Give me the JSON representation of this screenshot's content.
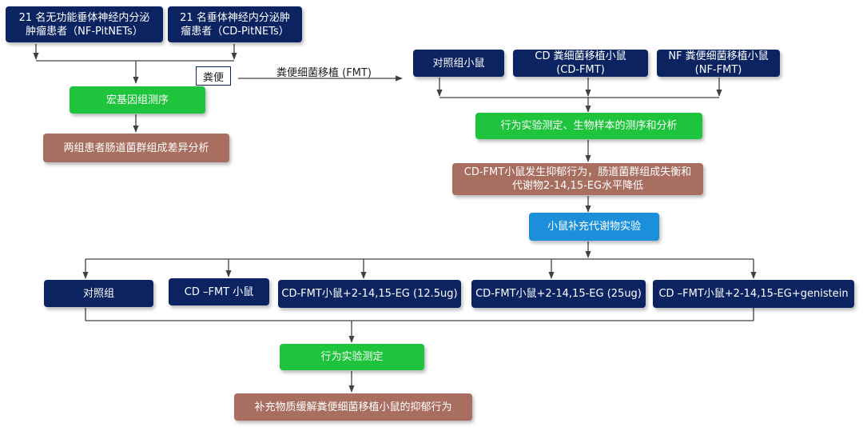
{
  "left": {
    "patients_nf": "21 名无功能垂体神经内分泌\n肿瘤患者（NF-PitNETs）",
    "patients_cd": "21 名垂体神经内分泌肿\n瘤患者（CD-PitNETs）",
    "feces_label": "粪便",
    "metagenome": "宏基因组测序",
    "diff_analysis": "两组患者肠道菌群组成差异分析"
  },
  "fmt_label": "粪便细菌移植 (FMT)",
  "top_groups": {
    "control": "对照组小鼠",
    "cd_fmt": "CD 粪细菌移植小鼠\n(CD-FMT)",
    "nf_fmt": "NF 粪便细菌移植小鼠\n(NF-FMT)"
  },
  "middle": {
    "behavior_seq": "行为实验测定、生物样本的测序和分析",
    "finding": "CD-FMT小鼠发生抑郁行为，肠道菌群组成失衡和\n代谢物2-14,15-EG水平降低",
    "supplement_exp": "小鼠补充代谢物实验"
  },
  "bottom_groups": {
    "control": "对照组",
    "cd_fmt": "CD –FMT 小鼠",
    "eg_low": "CD-FMT小鼠+2-14,15-EG (12.5ug)",
    "eg_high": "CD-FMT小鼠+2-14,15-EG (25ug)",
    "eg_genistein": "CD –FMT小鼠+2-14,15-EG+genistein"
  },
  "final": {
    "behavior": "行为实验测定",
    "conclusion": "补充物质缓解粪便细菌移植小鼠的抑郁行为"
  },
  "colors": {
    "navy": "#0b2461",
    "green": "#1ec43c",
    "brown": "#a86e60",
    "blue": "#1b8fd9",
    "line": "#404040"
  }
}
